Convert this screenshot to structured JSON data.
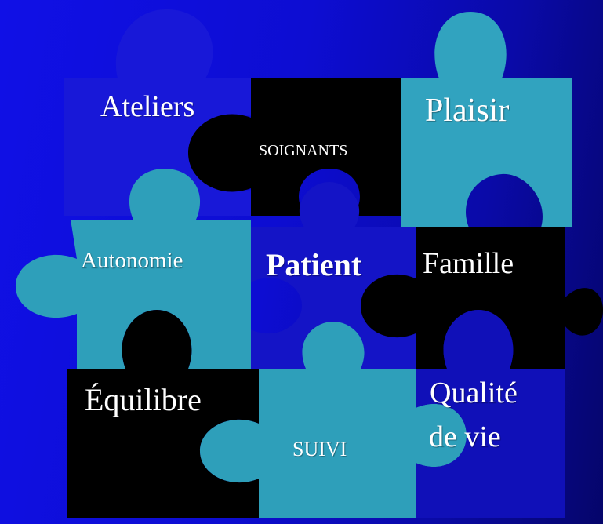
{
  "colors": {
    "background_left": "#1010e6",
    "background_right": "#05056a",
    "piece_blue": "#1c1cd6",
    "piece_black": "#000000",
    "piece_cyan": "#2fa2bd",
    "text": "#ffffff"
  },
  "pieces": {
    "ateliers": "Ateliers",
    "soignants": "SOIGNANTS",
    "plaisir": "Plaisir",
    "autonomie": "Autonomie",
    "patient": "Patient",
    "famille": "Famille",
    "equilibre": "Équilibre",
    "suivi": "SUIVI",
    "qualite_line1": "Qualité",
    "qualite_line2": "de vie"
  }
}
